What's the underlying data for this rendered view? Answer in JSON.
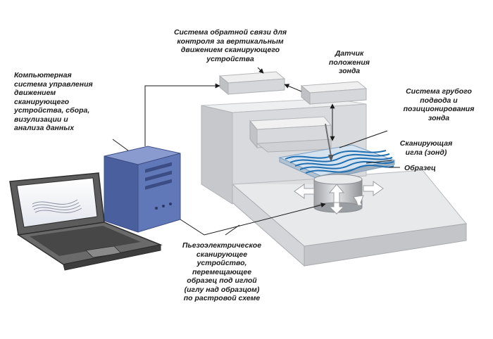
{
  "labels": {
    "feedback_system": "Система обратной связи для\nконтроля за вертикальным\nдвижением сканирующего\nустройства",
    "position_sensor": "Датчик\nположения\nзонда",
    "computer_system": "Компьютерная\nсистема управления\nдвижением\nсканирующего\nустройства, сбора,\nвизулизации и\nанализа данных",
    "coarse_approach": "Система грубого\nподвода и\nпозиционирования\nзонда",
    "scanning_needle": "Сканирующая\nигла (зонд)",
    "sample": "Образец",
    "piezo_scanner": "Пьезоэлектрическое\nсканирующее\nустройство,\nперемещающее\nобразец под иглой\n(иглу над образцом)\nпо растровой схеме"
  },
  "colors": {
    "machine_light": "#e4e5e7",
    "machine_mid": "#c9cbcd",
    "machine_dark": "#a7a9ac",
    "pc_tower": "#5f74b4",
    "laptop_body": "#5e5e5e",
    "scan_lines": "#1f6fb0",
    "arrow": "#1a1a1a"
  }
}
